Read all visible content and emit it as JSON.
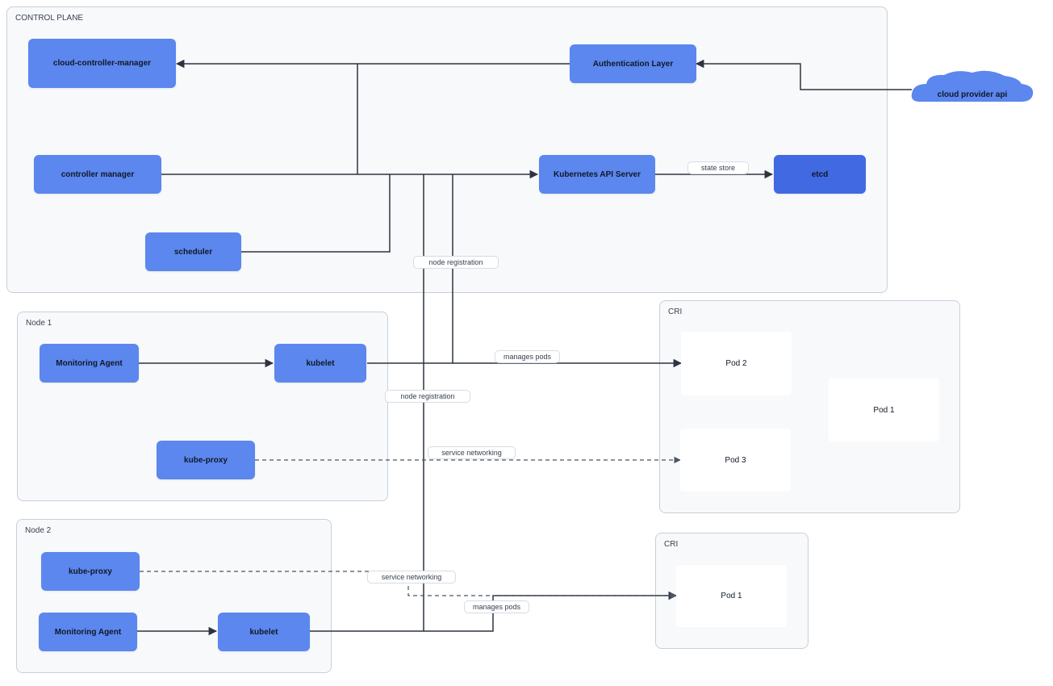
{
  "groups": {
    "control_plane": "CONTROL PLANE",
    "node1": "Node 1",
    "node2": "Node 2",
    "cri1": "CRI",
    "cri2": "CRI"
  },
  "nodes": {
    "cloud_controller_manager": "cloud-controller-manager",
    "authentication_layer": "Authentication Layer",
    "cloud_provider_api": "cloud provider api",
    "controller_manager": "controller manager",
    "kubernetes_api_server": "Kubernetes API Server",
    "etcd": "etcd",
    "scheduler": "scheduler",
    "n1_monitoring_agent": "Monitoring Agent",
    "n1_kubelet": "kubelet",
    "n1_kube_proxy": "kube-proxy",
    "n2_kube_proxy": "kube-proxy",
    "n2_monitoring_agent": "Monitoring Agent",
    "n2_kubelet": "kubelet"
  },
  "pods": {
    "cri1_pod2": "Pod 2",
    "cri1_pod1": "Pod 1",
    "cri1_pod3": "Pod 3",
    "cri2_pod1": "Pod 1"
  },
  "edge_labels": {
    "state_store": "state store",
    "node_registration_1": "node registration",
    "manages_pods_1": "manages pods",
    "node_registration_2": "node registration",
    "service_networking_1": "service networking",
    "service_networking_2": "service networking",
    "manages_pods_2": "manages pods"
  },
  "colors": {
    "node_fill": "#5b87ee",
    "etcd_fill": "#4169e1",
    "group_fill": "#f8f9fb",
    "group_border": "#c9ced8",
    "edge": "#2d3340",
    "dashed_edge": "#6b7280"
  }
}
